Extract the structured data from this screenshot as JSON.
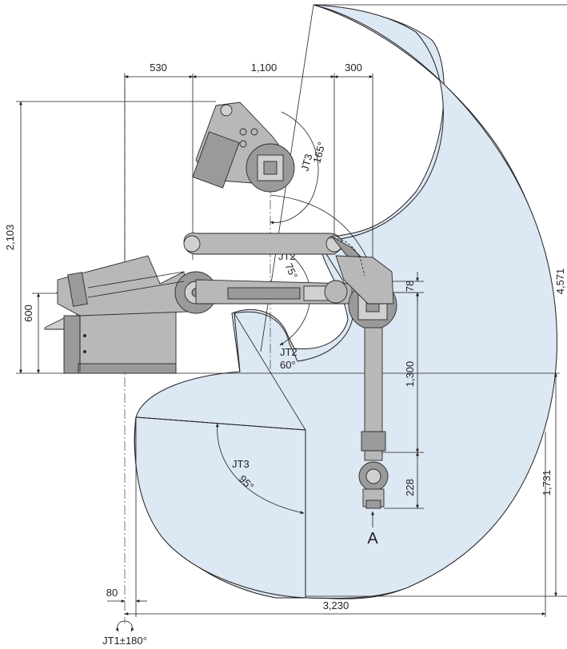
{
  "dimensions": {
    "top_530": "530",
    "top_1100": "1,100",
    "top_300": "300",
    "left_2103": "2,103",
    "left_600": "600",
    "right_4571": "4,571",
    "right_78": "78",
    "right_1300": "1,300",
    "right_228": "228",
    "right_1731": "1,731",
    "bottom_80": "80",
    "bottom_3230": "3,230"
  },
  "joints": {
    "jt3_upper_label": "JT3",
    "jt3_upper_angle": "165°",
    "jt2_upper_label": "JT2",
    "jt2_upper_angle": "75°",
    "jt2_lower_label": "JT2",
    "jt2_lower_angle": "60°",
    "jt3_lower_label": "JT3",
    "jt3_lower_angle": "95°",
    "jt1": "JT1±180°"
  },
  "view_label": "A",
  "colors": {
    "envelope_fill": "#dce8f4",
    "robot_body": "#b8b8b8",
    "line": "#231f20"
  }
}
